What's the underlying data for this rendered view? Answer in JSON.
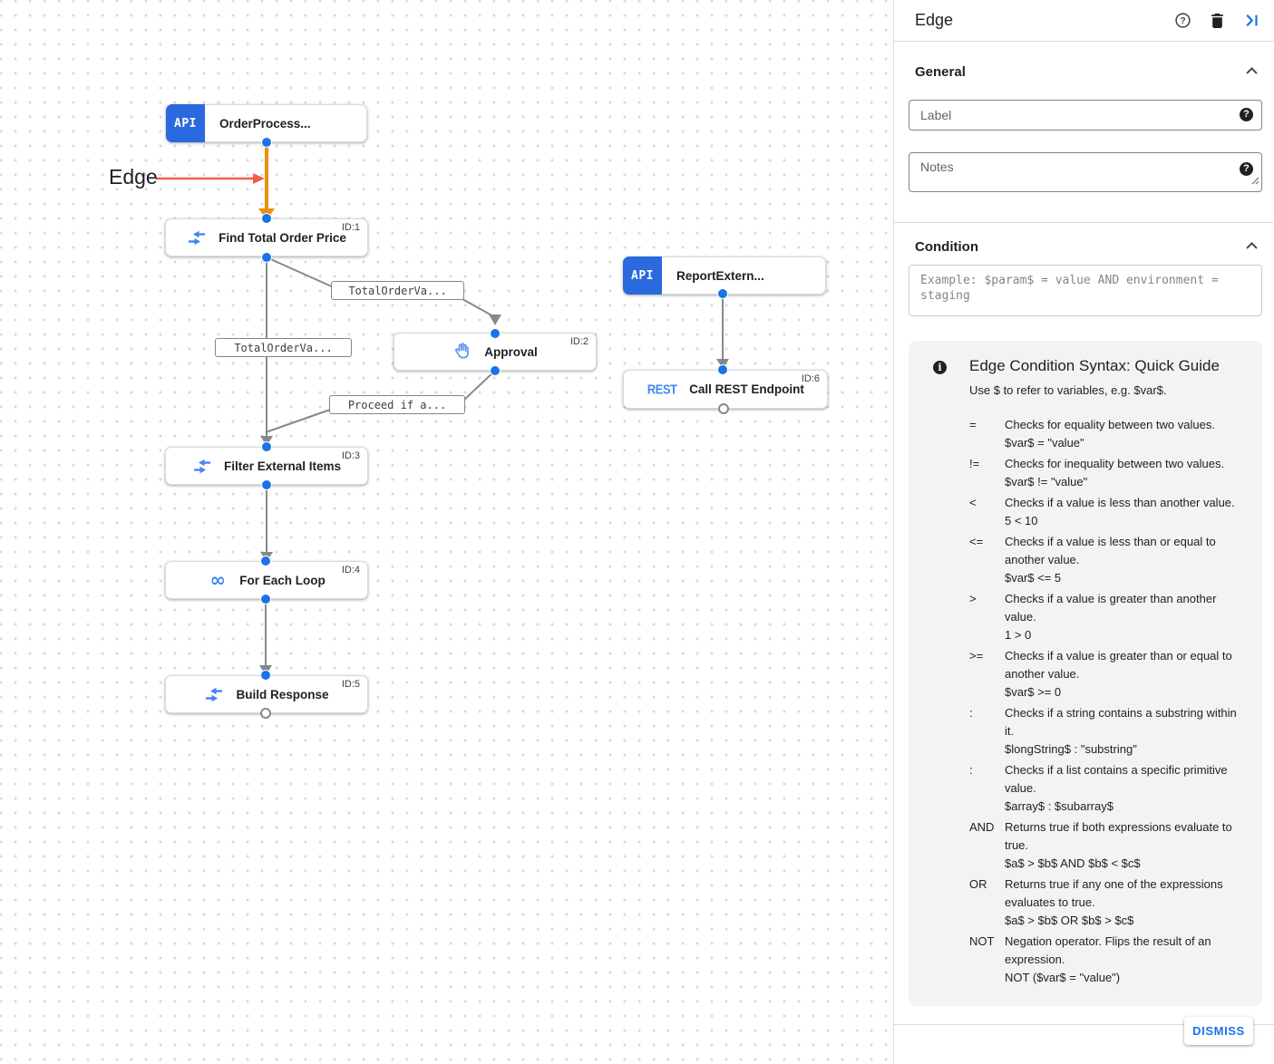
{
  "colors": {
    "accent_blue": "#1a73e8",
    "node_icon_blue": "#4285f4",
    "api_badge_blue": "#2a69de",
    "edge_gray": "#84898e",
    "edge_selected_orange": "#ea9010",
    "annotation_red": "#f25c4f"
  },
  "canvas": {
    "annotation_label": "Edge",
    "api_badge": "API",
    "rest_badge": "REST",
    "nodes": [
      {
        "label": "OrderProcess...",
        "id": ""
      },
      {
        "label": "Find Total Order Price",
        "id": "ID:1"
      },
      {
        "label": "Approval",
        "id": "ID:2"
      },
      {
        "label": "Filter External Items",
        "id": "ID:3"
      },
      {
        "label": "For Each Loop",
        "id": "ID:4"
      },
      {
        "label": "Build Response",
        "id": "ID:5"
      },
      {
        "label": "ReportExtern...",
        "id": ""
      },
      {
        "label": "Call REST Endpoint",
        "id": "ID:6"
      }
    ],
    "edge_labels": [
      "TotalOrderVa...",
      "TotalOrderVa...",
      "Proceed if a..."
    ]
  },
  "panel": {
    "title": "Edge",
    "general_heading": "General",
    "condition_heading": "Condition",
    "label_placeholder": "Label",
    "notes_placeholder": "Notes",
    "condition_placeholder": "Example: $param$ = value AND environment = staging",
    "help_glyph": "?",
    "info_glyph": "i",
    "guide": {
      "title": "Edge Condition Syntax: Quick Guide",
      "subtitle": "Use $ to refer to variables, e.g. $var$.",
      "entries": [
        {
          "op": "=",
          "desc": "Checks for equality between two values.",
          "example": "$var$ = \"value\""
        },
        {
          "op": "!=",
          "desc": "Checks for inequality between two values.",
          "example": "$var$ != \"value\""
        },
        {
          "op": "<",
          "desc": "Checks if a value is less than another value.",
          "example": "5 < 10"
        },
        {
          "op": "<=",
          "desc": "Checks if a value is less than or equal to another value.",
          "example": "$var$ <= 5"
        },
        {
          "op": ">",
          "desc": "Checks if a value is greater than another value.",
          "example": "1 > 0"
        },
        {
          "op": ">=",
          "desc": "Checks if a value is greater than or equal to another value.",
          "example": "$var$ >= 0"
        },
        {
          "op": ":",
          "desc": "Checks if a string contains a substring within it.",
          "example": "$longString$ : \"substring\""
        },
        {
          "op": ":",
          "desc": "Checks if a list contains a specific primitive value.",
          "example": "$array$ : $subarray$"
        },
        {
          "op": "AND",
          "desc": "Returns true if both expressions evaluate to true.",
          "example": "$a$ > $b$ AND $b$ < $c$"
        },
        {
          "op": "OR",
          "desc": "Returns true if any one of the expressions evaluates to true.",
          "example": "$a$ > $b$ OR $b$ > $c$"
        },
        {
          "op": "NOT",
          "desc": "Negation operator. Flips the result of an expression.",
          "example": "NOT ($var$ = \"value\")"
        }
      ]
    },
    "dismiss_label": "DISMISS"
  }
}
